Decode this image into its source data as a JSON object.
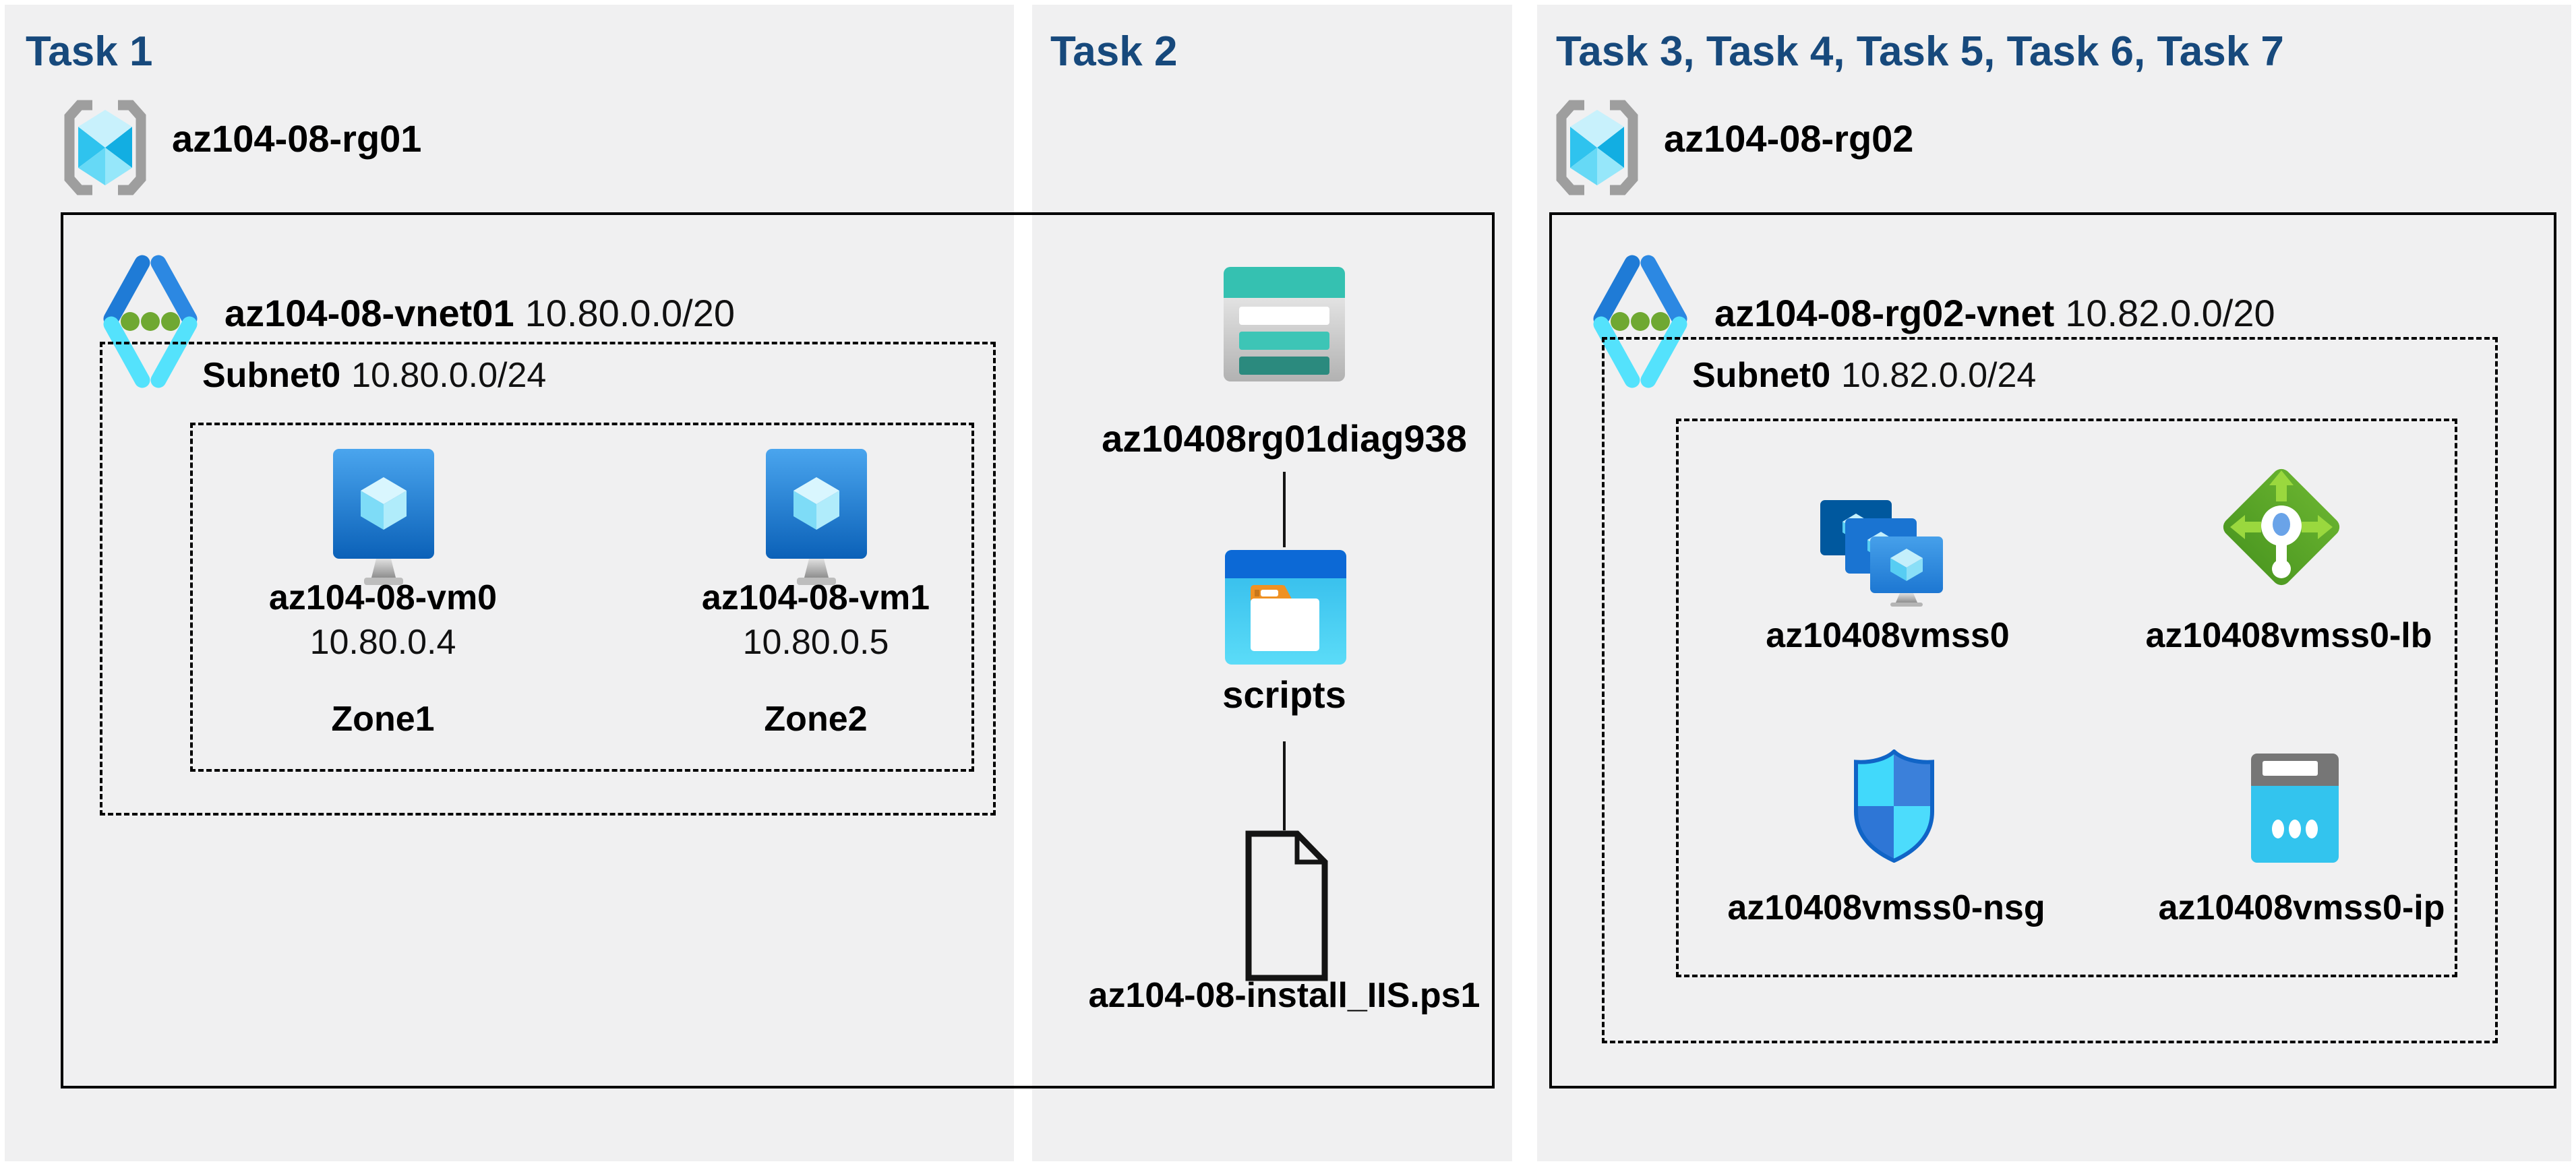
{
  "colors": {
    "panel_background": "#f0f0f1",
    "heading_text": "#17497c",
    "box_border": "#000000",
    "vnet_blue": "#1f7bd6",
    "vnet_cyan": "#54e2fc",
    "vnet_dot_green": "#6fa832",
    "vm_screen_blue": "#0b61b8",
    "load_balancer_green": "#57a228",
    "nsg_border_blue": "#1064c6",
    "storage_teal": "#35c1b1",
    "folder_tab_orange": "#ef9123",
    "public_ip_cyan": "#33c4ee"
  },
  "task1": {
    "heading": "Task 1",
    "resource_group": {
      "name": "az104-08-rg01",
      "icon": "resource-group-icon"
    },
    "vnet": {
      "name": "az104-08-vnet01",
      "cidr": "10.80.0.0/20",
      "icon": "virtual-network-icon"
    },
    "subnet": {
      "name": "Subnet0",
      "cidr": "10.80.0.0/24"
    },
    "vms": [
      {
        "name": "az104-08-vm0",
        "ip": "10.80.0.4",
        "zone": "Zone1",
        "icon": "virtual-machine-icon"
      },
      {
        "name": "az104-08-vm1",
        "ip": "10.80.0.5",
        "zone": "Zone2",
        "icon": "virtual-machine-icon"
      }
    ]
  },
  "task2": {
    "heading": "Task 2",
    "storage_account": {
      "name": "az10408rg01diag938",
      "icon": "storage-account-icon"
    },
    "container": {
      "name": "scripts",
      "icon": "blob-container-icon"
    },
    "file": {
      "name": "az104-08-install_IIS.ps1",
      "icon": "script-file-icon"
    }
  },
  "task3": {
    "heading": "Task 3, Task 4, Task 5, Task 6, Task 7",
    "resource_group": {
      "name": "az104-08-rg02",
      "icon": "resource-group-icon"
    },
    "vnet": {
      "name": "az104-08-rg02-vnet",
      "cidr": "10.82.0.0/20",
      "icon": "virtual-network-icon"
    },
    "subnet": {
      "name": "Subnet0",
      "cidr": "10.82.0.0/24"
    },
    "resources": [
      {
        "name": "az10408vmss0",
        "icon": "vm-scale-set-icon"
      },
      {
        "name": "az10408vmss0-lb",
        "icon": "load-balancer-icon"
      },
      {
        "name": "az10408vmss0-nsg",
        "icon": "network-security-group-icon"
      },
      {
        "name": "az10408vmss0-ip",
        "icon": "public-ip-icon"
      }
    ]
  }
}
